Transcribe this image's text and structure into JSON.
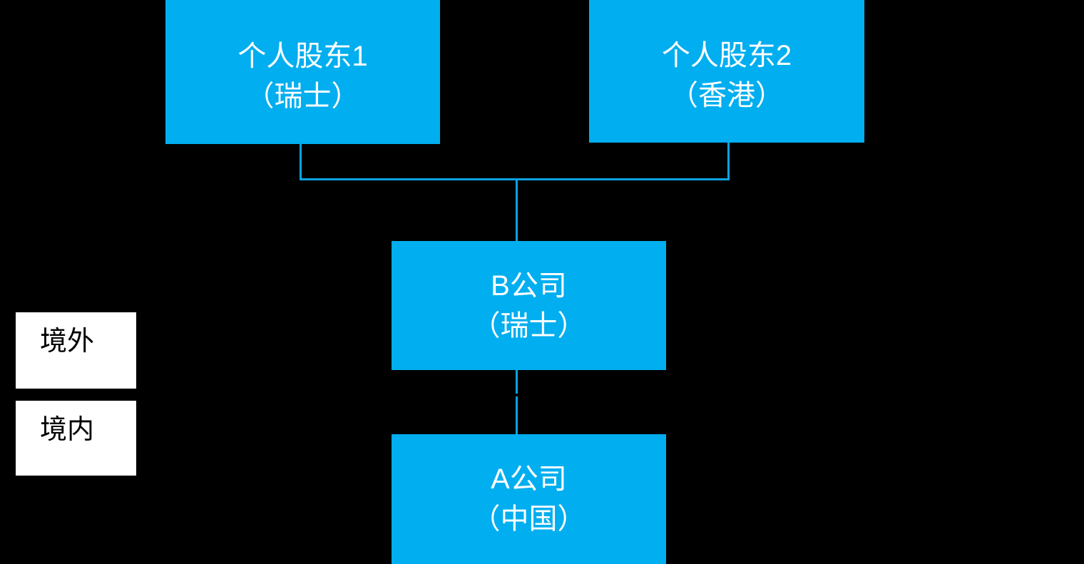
{
  "diagram": {
    "title": "equity-ownership-structure",
    "colors": {
      "background": "#000000",
      "node_fill": "#01AEEF",
      "node_text": "#FFFFFF",
      "connector": "#0CA2E2",
      "region_fill": "#FFFFFF",
      "region_text": "#000000"
    },
    "nodes": [
      {
        "id": "shareholder-1",
        "name": "个人股东1",
        "location": "（瑞士）"
      },
      {
        "id": "shareholder-2",
        "name": "个人股东2",
        "location": "（香港）"
      },
      {
        "id": "company-b",
        "name": "B公司",
        "location": "（瑞士）"
      },
      {
        "id": "company-a",
        "name": "A公司",
        "location": "（中国）"
      }
    ],
    "edges": [
      {
        "from": "shareholder-1",
        "to": "company-b"
      },
      {
        "from": "shareholder-2",
        "to": "company-b"
      },
      {
        "from": "company-b",
        "to": "company-a"
      }
    ],
    "regions": [
      {
        "id": "offshore",
        "label": "境外"
      },
      {
        "id": "onshore",
        "label": "境内"
      }
    ]
  }
}
